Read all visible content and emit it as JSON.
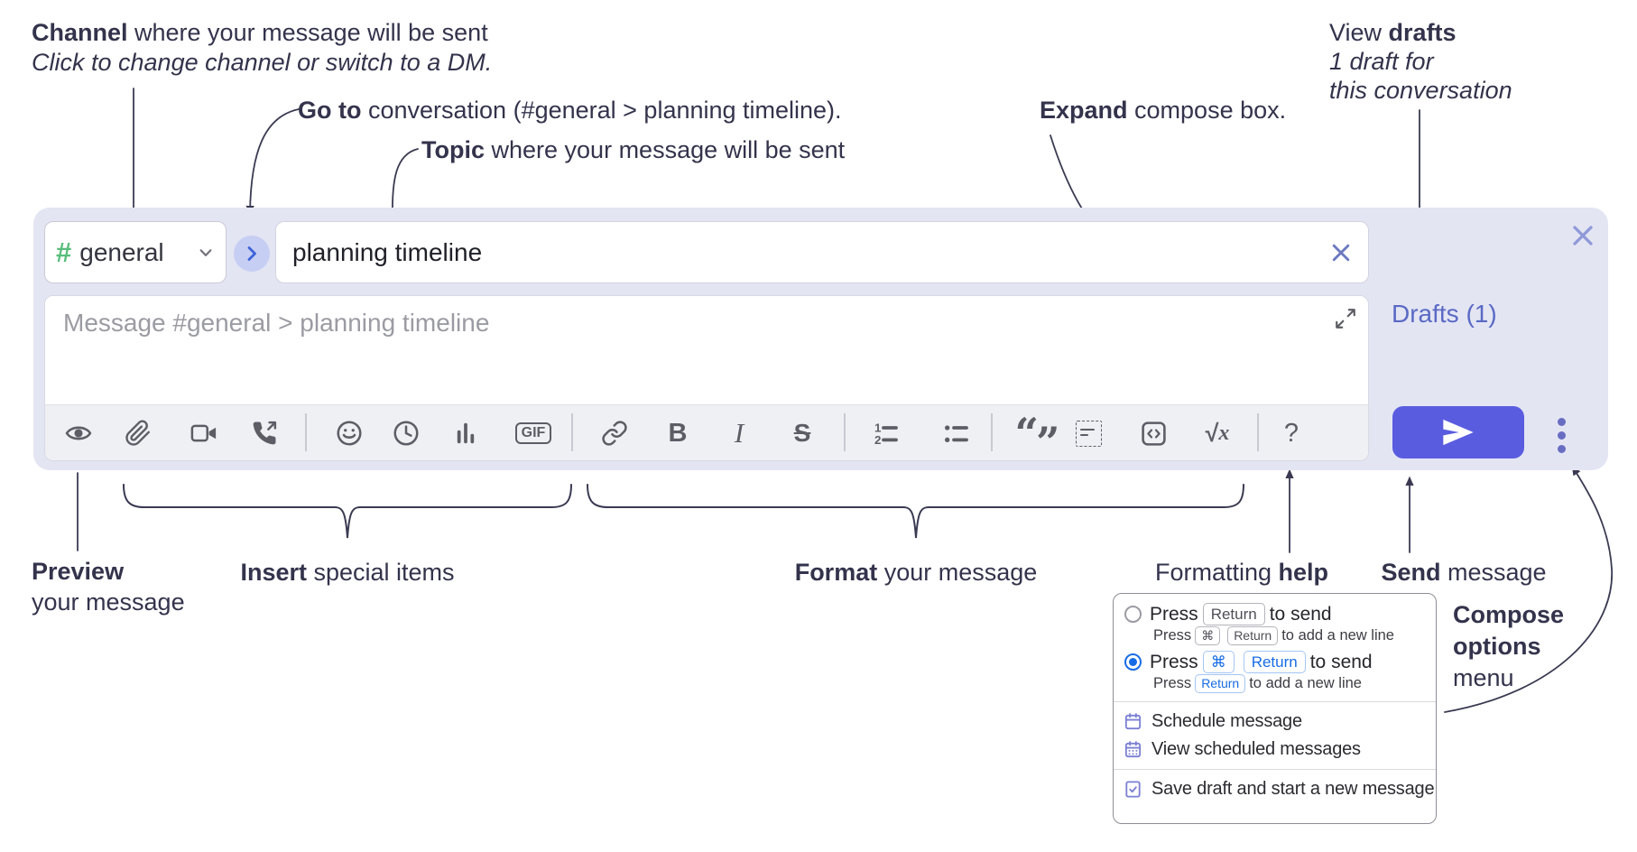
{
  "annotations": {
    "channel": {
      "bold": "Channel",
      "rest": " where your message will be sent",
      "italic": "Click to change channel or switch to a DM."
    },
    "goto": {
      "bold": "Go to",
      "rest": " conversation (#general > planning timeline)."
    },
    "topic": {
      "bold": "Topic",
      "rest": " where your message will be sent"
    },
    "view_drafts": {
      "pre": "View ",
      "bold": "drafts",
      "italic1": "1 draft for",
      "italic2": "this conversation"
    },
    "expand": {
      "bold": "Expand",
      "rest": " compose box."
    },
    "preview": {
      "bold": "Preview",
      "line2": "your message"
    },
    "insert": {
      "bold": "Insert",
      "rest": " special items"
    },
    "format": {
      "bold": "Format",
      "rest": " your message"
    },
    "help": {
      "pre": "Formatting ",
      "bold": "help"
    },
    "send": {
      "bold": "Send",
      "rest": " message"
    },
    "compose_options": {
      "bold1": "Compose",
      "bold2": "options",
      "rest": "menu"
    }
  },
  "compose": {
    "channel_selector": {
      "hash": "#",
      "name": "general"
    },
    "topic_value": "planning timeline",
    "message_placeholder": "Message #general > planning timeline",
    "drafts_link": "Drafts (1)",
    "toolbar": {
      "gif_label": "GIF",
      "bold_label": "B",
      "italic_label": "I",
      "strike_label": "S",
      "ol_1": "1",
      "ol_2": "2",
      "quote_open": "“",
      "quote_close": "”",
      "sqrt": "√",
      "sqrt_x": "x",
      "help_label": "?"
    }
  },
  "popup": {
    "option_return": {
      "main_pre": "Press",
      "main_key": "Return",
      "main_post": "to send",
      "sub_pre": "Press",
      "sub_key_cmd": "⌘",
      "sub_key_return": "Return",
      "sub_post": "to add a new line"
    },
    "option_cmd_return": {
      "main_pre": "Press",
      "main_key_cmd": "⌘",
      "main_key_return": "Return",
      "main_post": "to send",
      "sub_pre": "Press",
      "sub_key_return": "Return",
      "sub_post": "to add a new line"
    },
    "menu_items": [
      {
        "icon": "calendar-icon",
        "label": "Schedule message"
      },
      {
        "icon": "calendar-grid-icon",
        "label": "View scheduled messages"
      },
      {
        "icon": "document-check-icon",
        "label": "Save draft and start a new message"
      }
    ]
  },
  "icons": {
    "channel-hash": "#",
    "chevron-down-icon": "v",
    "goto-chevron-icon": ">",
    "clear-x-icon": "×",
    "close-x-icon": "×",
    "expand-icon": "diagonal-arrows",
    "preview-eye-icon": "eye",
    "attach-icon": "paperclip",
    "video-call-icon": "video-camera",
    "voice-call-icon": "phone-outgoing",
    "emoji-icon": "smiley",
    "time-icon": "clock",
    "poll-icon": "bar-chart",
    "gif-icon": "GIF",
    "link-icon": "chain-link",
    "numbered-list-icon": "ordered-list",
    "bulleted-list-icon": "unordered-list",
    "quote-icon": "quotation-marks",
    "spoiler-icon": "dashed-box",
    "code-icon": "angle-brackets-box",
    "math-icon": "sqrt-x",
    "send-icon": "paper-plane",
    "overflow-icon": "vertical-ellipsis"
  },
  "colors": {
    "compose_bg": "#e3e5f3",
    "accent_send": "#5a5ce0",
    "drafts_link": "#5a69c4",
    "hash_green": "#58bd7b",
    "goto_blue": "#3c63d9",
    "radio_blue": "#176ce5",
    "menu_icon_purple": "#7b80d4",
    "annotation_ink": "#3a3a52"
  }
}
